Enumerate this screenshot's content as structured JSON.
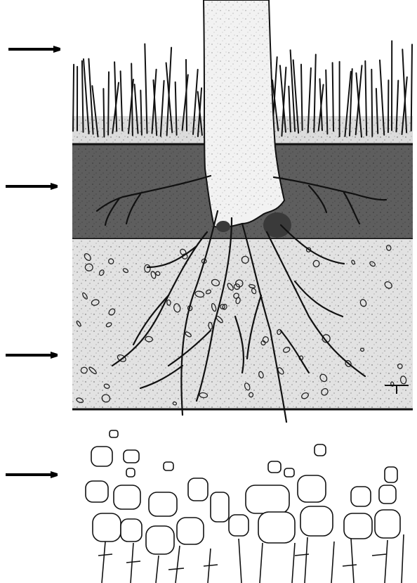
{
  "figure": {
    "layers": [
      {
        "id": "grass",
        "color": "#dcdcdc"
      },
      {
        "id": "topsoil",
        "color": "#5e5e5e"
      },
      {
        "id": "subsoil",
        "color": "#e2e2e2"
      },
      {
        "id": "bedrock",
        "color": "#ffffff"
      }
    ],
    "arrow_color": "#000000",
    "ink_color": "#111111",
    "arrow_count": 4
  }
}
